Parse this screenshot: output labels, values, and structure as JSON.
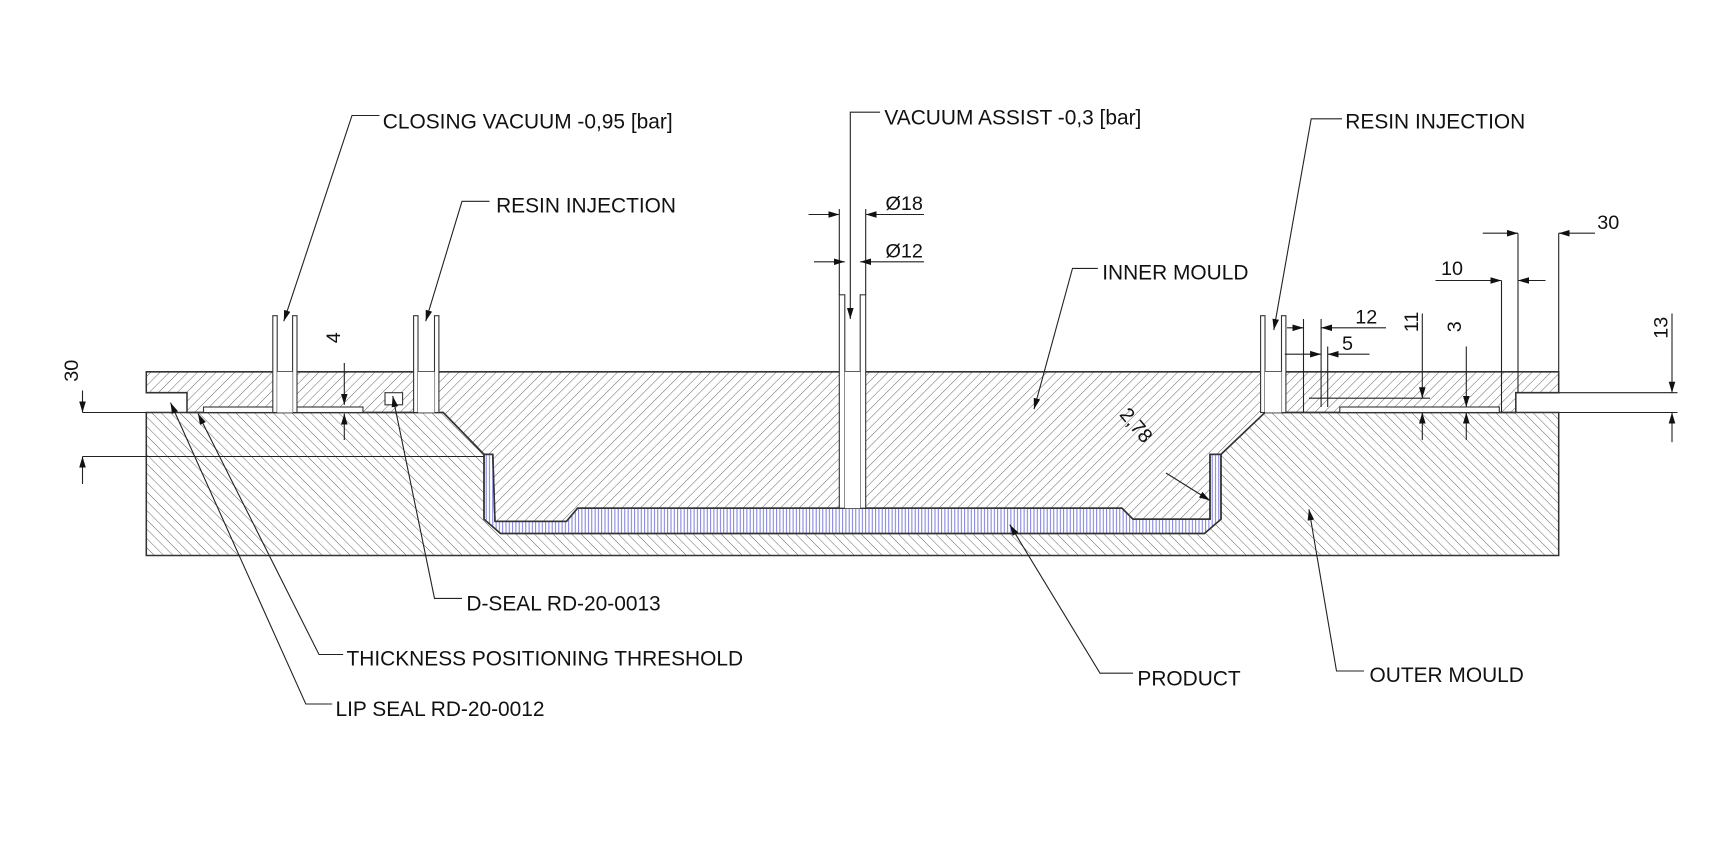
{
  "labels": {
    "closing_vacuum": "CLOSING VACUUM -0,95 [bar]",
    "resin_injection_left": "RESIN INJECTION",
    "vacuum_assist": "VACUUM ASSIST -0,3 [bar]",
    "resin_injection_right": "RESIN INJECTION",
    "inner_mould": "INNER MOULD",
    "d_seal": "D-SEAL RD-20-0013",
    "thickness_threshold": "THICKNESS POSITIONING THRESHOLD",
    "lip_seal": "LIP SEAL RD-20-0012",
    "product": "PRODUCT",
    "outer_mould": "OUTER MOULD"
  },
  "dimensions": {
    "dia_outer": "Ø18",
    "dia_inner": "Ø12",
    "left_height": "30",
    "seal_gap": "4",
    "wall": "2,78",
    "right_30": "30",
    "right_10": "10",
    "right_12": "12",
    "right_5": "5",
    "right_11": "11",
    "right_3": "3",
    "right_13": "13"
  },
  "colors": {
    "hatch": "#555555",
    "product_hatch": "#6a6ad8"
  }
}
